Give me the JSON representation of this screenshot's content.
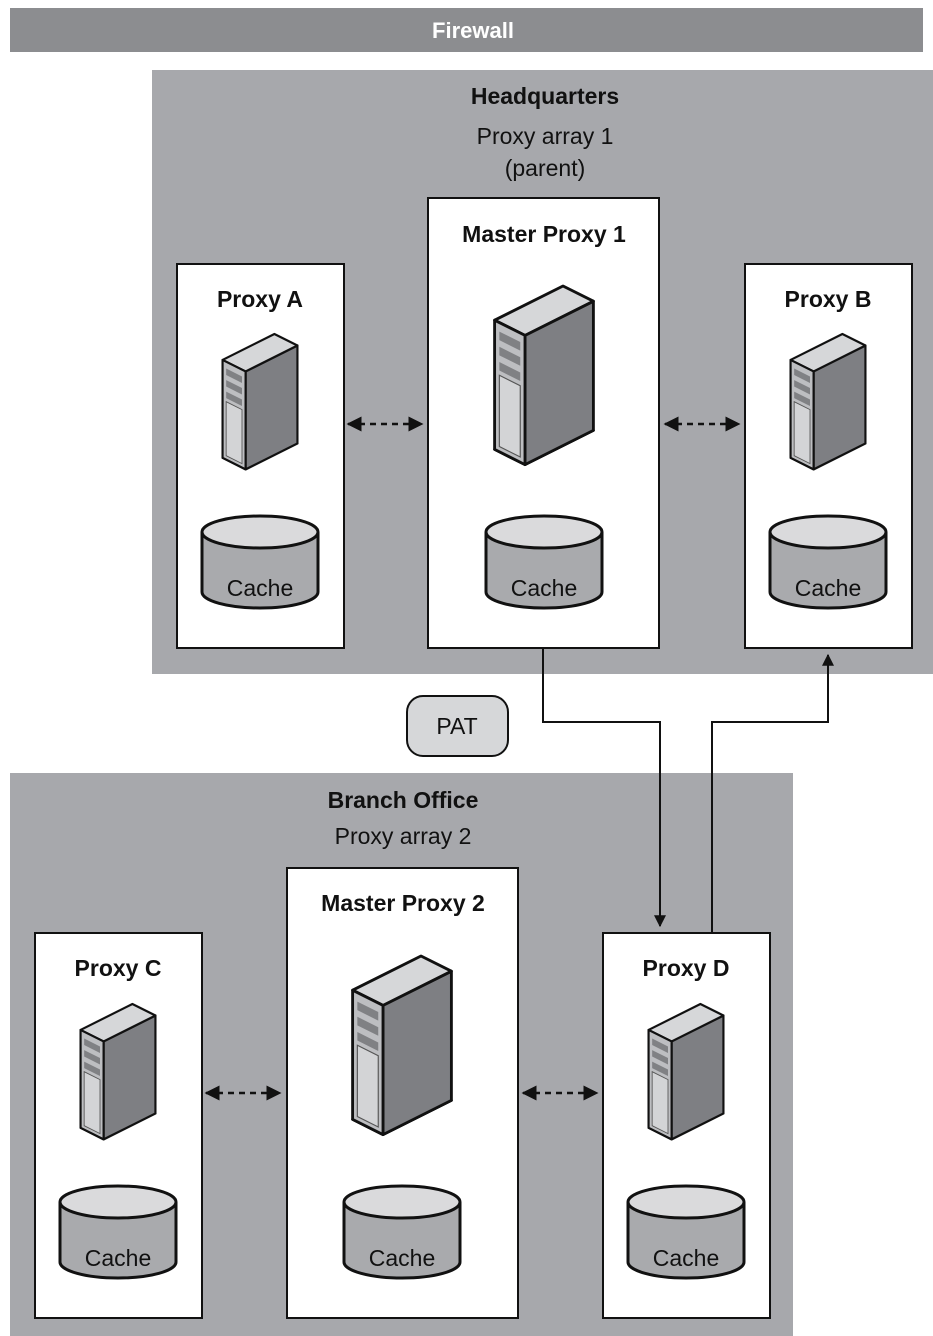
{
  "firewall": {
    "label": "Firewall"
  },
  "headquarters": {
    "title": "Headquarters",
    "array_line1": "Proxy array 1",
    "array_line2": "(parent)",
    "nodes": [
      {
        "label": "Proxy A",
        "cache": "Cache"
      },
      {
        "label": "Master Proxy 1",
        "cache": "Cache"
      },
      {
        "label": "Proxy B",
        "cache": "Cache"
      }
    ]
  },
  "pat": {
    "label": "PAT"
  },
  "branch": {
    "title": "Branch Office",
    "array_line1": "Proxy array 2",
    "nodes": [
      {
        "label": "Proxy C",
        "cache": "Cache"
      },
      {
        "label": "Master Proxy 2",
        "cache": "Cache"
      },
      {
        "label": "Proxy D",
        "cache": "Cache"
      }
    ]
  },
  "colors": {
    "firewall_bar": "#8c8d90",
    "region_bg": "#a7a8ac",
    "server_front": "#bdbec1",
    "server_side": "#7e7f83",
    "server_top": "#d6d7d9",
    "cache_body": "#a9aaad",
    "cache_top": "#dadadc"
  }
}
